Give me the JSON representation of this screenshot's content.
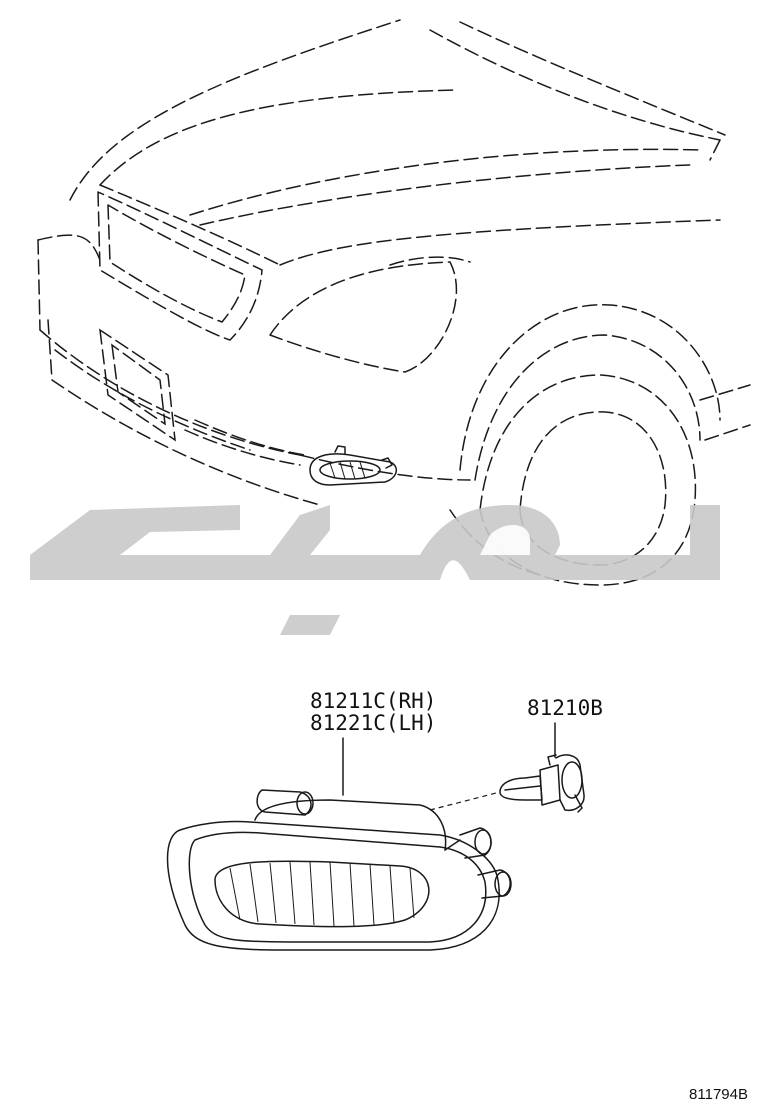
{
  "diagram": {
    "callouts": [
      {
        "id": "fog-lamp",
        "lines": [
          "81211C(RH)",
          "81221C(LH)"
        ]
      },
      {
        "id": "bulb",
        "lines": [
          "81210B"
        ]
      }
    ],
    "figure_number": "811794B",
    "watermark": "سلوچیت"
  }
}
